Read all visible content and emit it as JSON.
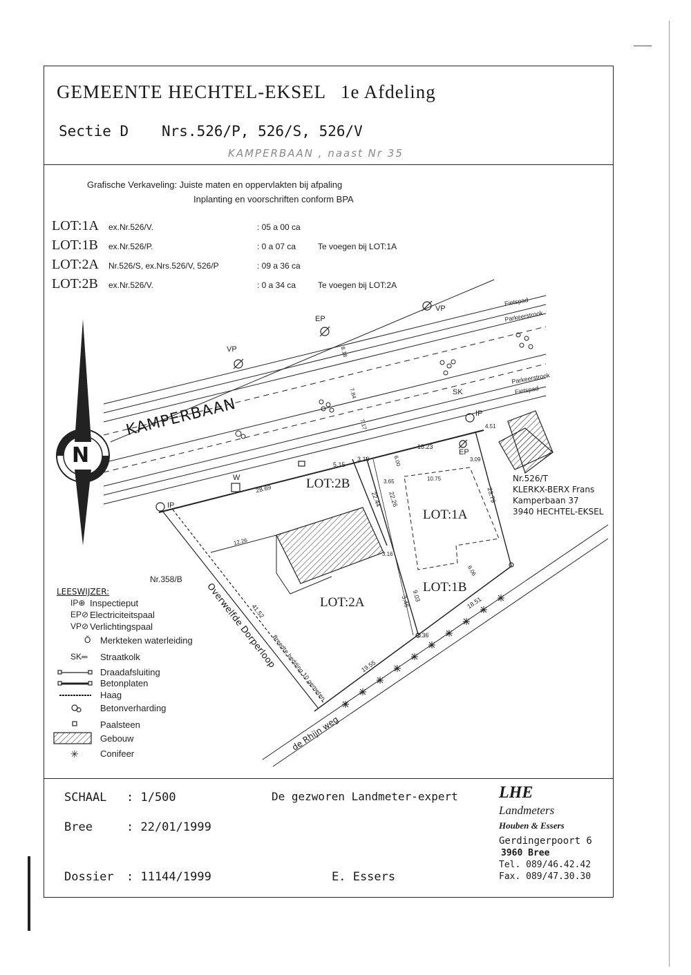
{
  "header": {
    "title": "GEMEENTE HECHTEL-EKSEL",
    "division": "1e Afdeling",
    "section": "Sectie D",
    "numbers": "Nrs.526/P, 526/S, 526/V",
    "handwritten": "KAMPERBAAN , naast Nr 35"
  },
  "notes": {
    "line1": "Grafische Verkaveling: Juiste maten en oppervlakten bij afpaling",
    "line2": "Inplanting en voorschriften conform BPA"
  },
  "lots": [
    {
      "name": "LOT:1A",
      "source": "ex.Nr.526/V.",
      "area": ": 05 a 00 ca",
      "note": ""
    },
    {
      "name": "LOT:1B",
      "source": "ex.Nr.526/P.",
      "area": ": 0 a 07 ca",
      "note": "Te voegen bij LOT:1A"
    },
    {
      "name": "LOT:2A",
      "source": "Nr.526/S, ex.Nrs.526/V, 526/P",
      "area": ": 09 a 36 ca",
      "note": ""
    },
    {
      "name": "LOT:2B",
      "source": "ex.Nr.526/V.",
      "area": ": 0 a 34 ca",
      "note": "Te voegen bij LOT:2A"
    }
  ],
  "map": {
    "street": "KAMPERBAAN",
    "street2": "de Rhijn weg",
    "brook": "Overwelfde Dorperloop",
    "brook_note": "Breedte bedding 10 gemeten",
    "north": "N",
    "labels": {
      "fietspad_top": "Fietspad",
      "parkeerstrook_top": "Parkeerstrook",
      "parkeerstrook_bottom": "Parkeerstrook",
      "fietspad_bottom": "Fietspad",
      "vp": "VP",
      "ep": "EP",
      "sk": "SK",
      "ip": "IP",
      "w": "W",
      "lot1a": "LOT:1A",
      "lot1b": "LOT:1B",
      "lot2a": "LOT:2A",
      "lot2b": "LOT:2B",
      "parcel358": "Nr.358/B"
    },
    "dims": {
      "d1": "5.15",
      "d2": "3.10",
      "d3": "18.23",
      "d4": "28.69",
      "d5": "22.44",
      "d6": "22.26",
      "d7": "23.79",
      "d8": "9.03",
      "d9": "3.46",
      "d10": "1.36",
      "d11": "19.55",
      "d12": "18.51",
      "d13": "41.52",
      "d14": "12.26",
      "d15": "3.65",
      "d16": "3.09",
      "d17": "10.75",
      "d18": "6.00",
      "d19": "3.16",
      "d20": "6.06",
      "d21": "4.51",
      "d22": "8.18",
      "d23": "7.84",
      "d24": "7.17"
    },
    "neighbor": {
      "parcel": "Nr.526/T",
      "owner": "KLERKX-BERX Frans",
      "street": "Kamperbaan 37",
      "city": "3940 HECHTEL-EKSEL"
    }
  },
  "legend": {
    "title": "LEESWIJZER:",
    "items": [
      {
        "sym": "IP⊕",
        "label": "Inspectieput"
      },
      {
        "sym": "EP⊘",
        "label": "Electriciteitspaal"
      },
      {
        "sym": "VP⊘",
        "label": "Verlichtingspaal"
      },
      {
        "sym": "Ŏ",
        "label": "Merkteken waterleiding"
      },
      {
        "sym": "SK═",
        "label": "Straatkolk"
      },
      {
        "sym": "",
        "label": "Draadafsluiting"
      },
      {
        "sym": "",
        "label": "Betonplaten"
      },
      {
        "sym": "",
        "label": "Haag"
      },
      {
        "sym": "",
        "label": "Betonverharding"
      },
      {
        "sym": "",
        "label": "Paalsteen"
      },
      {
        "sym": "",
        "label": "Gebouw"
      },
      {
        "sym": "✳",
        "label": "Conifeer"
      }
    ]
  },
  "footer": {
    "scale_label": "SCHAAL",
    "scale_value": ": 1/500",
    "place_label": "Bree",
    "date_value": ": 22/01/1999",
    "dossier_label": "Dossier",
    "dossier_value": ": 11144/1999",
    "expert_title": "De gezworen Landmeter-expert",
    "expert_name": "E. Essers",
    "firm_logo": "LHE",
    "firm_name": "Landmeters",
    "firm_partners": "Houben & Essers",
    "address1": "Gerdingerpoort 6",
    "address2": "3960 Bree",
    "tel": "Tel. 089/46.42.42",
    "fax": "Fax. 089/47.30.30"
  }
}
